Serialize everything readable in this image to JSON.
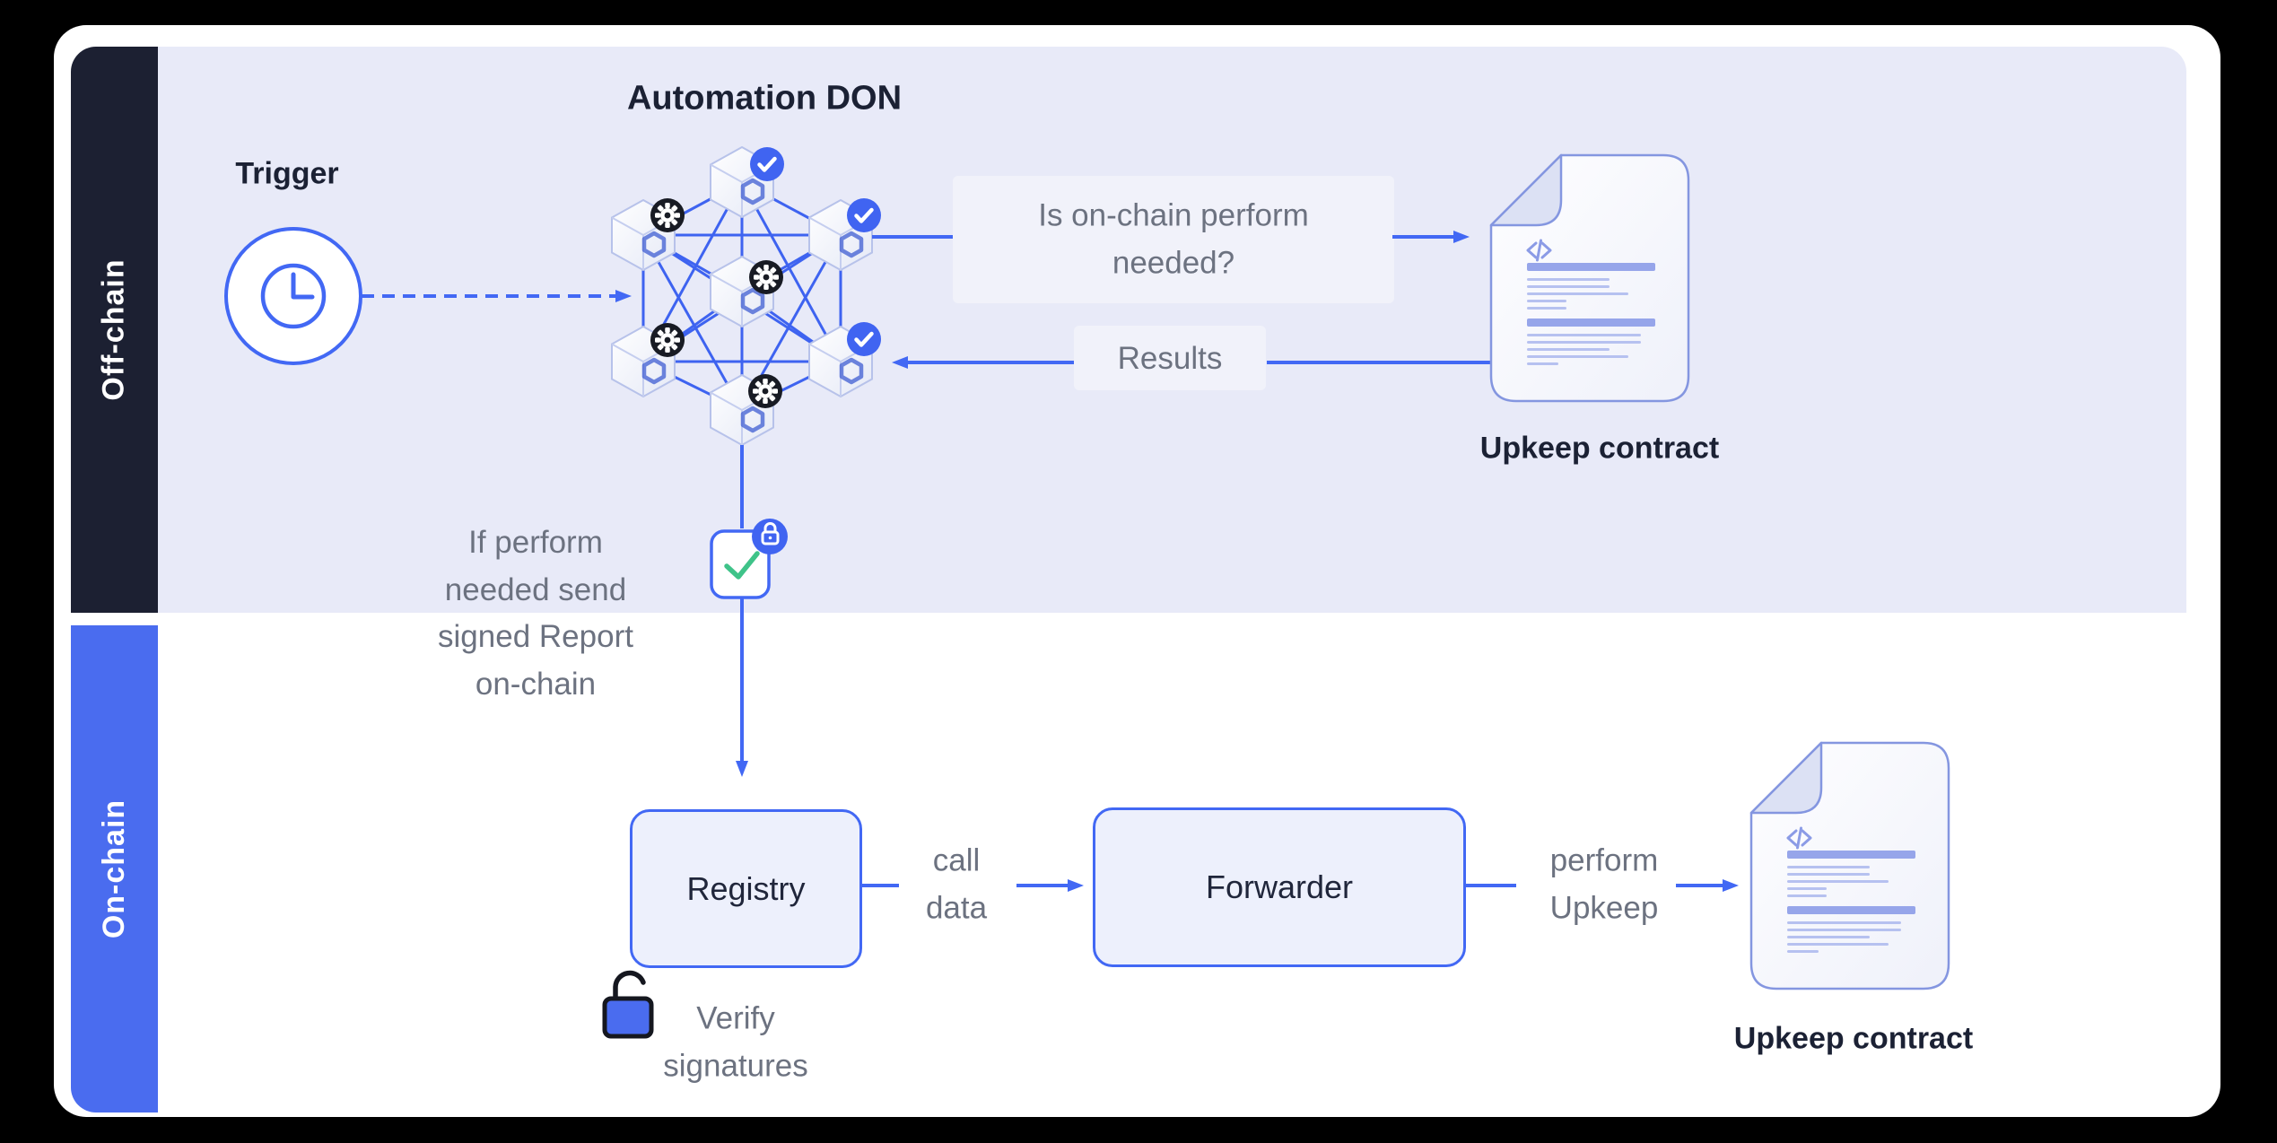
{
  "sections": {
    "offchain_label": "Off-chain",
    "onchain_label": "On-chain"
  },
  "offchain": {
    "trigger_label": "Trigger",
    "don_title": "Automation DON",
    "question_label": "Is on-chain perform needed?",
    "results_label": "Results",
    "report_note": "If perform needed send signed Report on-chain",
    "upkeep_contract_label": "Upkeep contract"
  },
  "onchain": {
    "registry_label": "Registry",
    "call_data_label": "call data",
    "forwarder_label": "Forwarder",
    "perform_upkeep_label": "perform Upkeep",
    "verify_label": "Verify signatures",
    "upkeep_contract_label": "Upkeep contract"
  },
  "icons": {
    "trigger": "clock-icon",
    "don_node": "chainlink-node-cube-icon",
    "node_ok": "check-badge-icon",
    "node_compute": "gear-badge-icon",
    "signed_report": "signed-report-check-icon",
    "report_lock": "lock-badge-icon",
    "verify": "unlock-icon",
    "contract": "code-document-icon"
  },
  "colors": {
    "accent_blue": "#4268F4",
    "sidebar_dark": "#1C2032",
    "sidebar_blue": "#4A6CEF",
    "offchain_bg": "#E8EAF8",
    "panel_bg": "#F1F2FA",
    "box_fill": "#EDF0FC",
    "text_navy": "#1B2134",
    "text_gray": "#6C7280",
    "green_check": "#3FC389",
    "badge_dark": "#181B24",
    "doc_line": "#96A5EA"
  }
}
